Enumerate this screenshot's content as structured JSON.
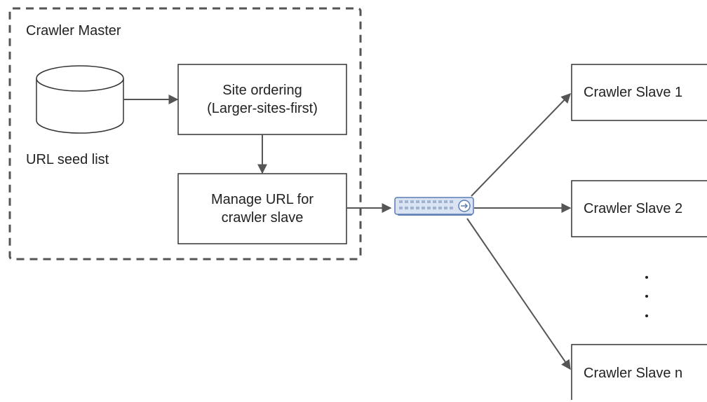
{
  "master": {
    "title": "Crawler Master",
    "seed_label": "URL seed list",
    "site_ordering": [
      "Site ordering",
      "(Larger-sites-first)"
    ],
    "manage_url": [
      "Manage URL for",
      "crawler slave"
    ]
  },
  "slaves": [
    "Crawler Slave 1",
    "Crawler Slave 2",
    "Crawler Slave n"
  ],
  "ellipsis": "·\n·\n·",
  "switch": {
    "icon": "network-switch-icon"
  },
  "colors": {
    "line": "#555555",
    "box_border": "#333333",
    "dashed_border": "#555555",
    "switch_fill": "#d9e3f2",
    "switch_border": "#5b7db5"
  }
}
